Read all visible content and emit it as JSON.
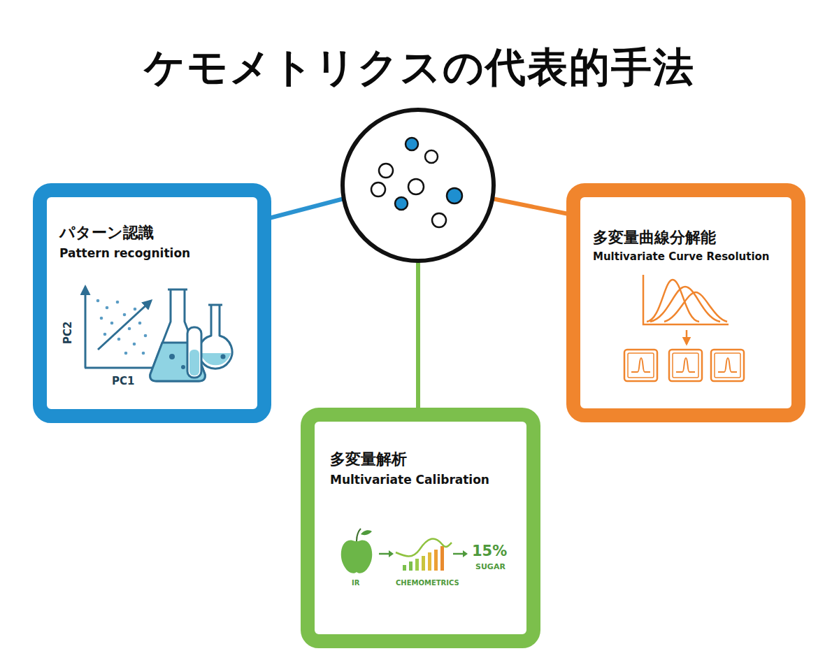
{
  "diagram": {
    "title": "ケモメトリクスの代表的手法",
    "nodes": [
      {
        "text": [
          "パターン認識",
          "Pattern recognition"
        ]
      },
      {
        "text": [
          "多変量曲線分解能",
          "Multivariate Curve Resolution"
        ]
      },
      {
        "text": [
          "多変量解析",
          "Multivariate Calibration"
        ]
      }
    ],
    "labels": [
      "PC2",
      "PC1",
      "IR",
      "CHEMOMETRICS",
      "15%",
      "SUGAR"
    ]
  }
}
